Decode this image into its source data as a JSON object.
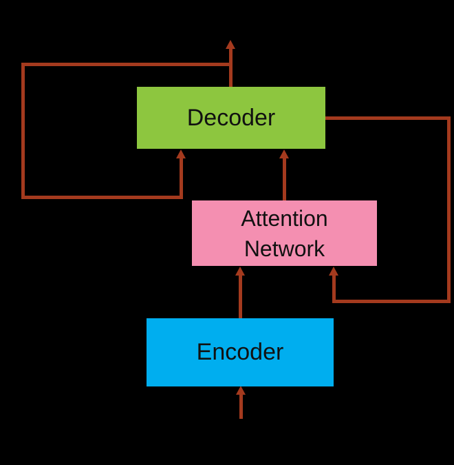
{
  "colors": {
    "background": "#000000",
    "arrow": "#A43A1E",
    "decoder_fill": "#8DC63F",
    "attention_fill": "#F48FB1",
    "encoder_fill": "#00AEEF",
    "label_text": "#111111"
  },
  "nodes": {
    "decoder": {
      "label": "Decoder"
    },
    "attention": {
      "line1": "Attention",
      "line2": "Network"
    },
    "encoder": {
      "label": "Encoder"
    }
  },
  "edges": [
    {
      "from": "input",
      "to": "encoder",
      "style": "arrow-up"
    },
    {
      "from": "encoder",
      "to": "attention-network",
      "style": "arrow-up"
    },
    {
      "from": "attention-network",
      "to": "decoder",
      "style": "arrow-up"
    },
    {
      "from": "decoder",
      "to": "output",
      "style": "arrow-up"
    },
    {
      "from": "decoder-output",
      "to": "decoder",
      "style": "feedback-loop-left"
    },
    {
      "from": "decoder",
      "to": "attention-network",
      "style": "feedback-loop-right"
    }
  ]
}
